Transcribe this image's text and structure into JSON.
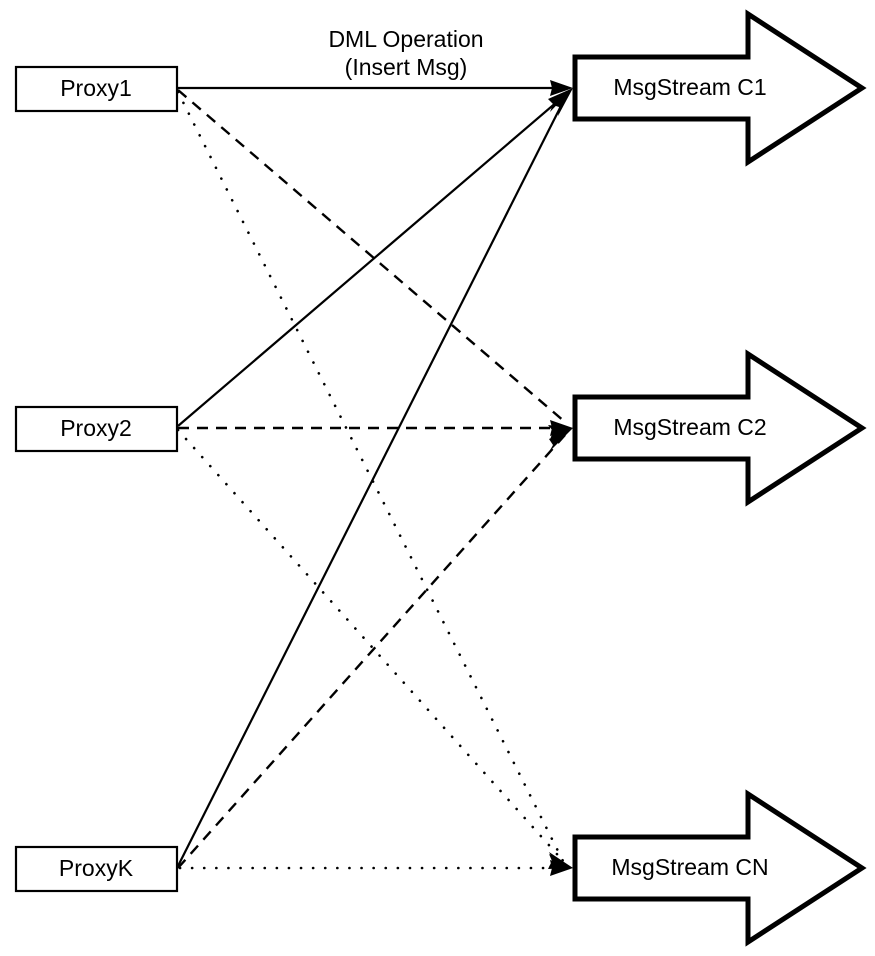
{
  "diagram": {
    "title_label": "DML Operation",
    "title_label_line2": "(Insert Msg)",
    "background_color": "#ffffff",
    "line_color": "#000000",
    "proxies": [
      {
        "id": "proxy1",
        "label": "Proxy1"
      },
      {
        "id": "proxy2",
        "label": "Proxy2"
      },
      {
        "id": "proxyK",
        "label": "ProxyK"
      }
    ],
    "streams": [
      {
        "id": "c1",
        "label": "MsgStream C1"
      },
      {
        "id": "c2",
        "label": "MsgStream C2"
      },
      {
        "id": "cn",
        "label": "MsgStream CN"
      }
    ],
    "edges": [
      {
        "from": "proxy1",
        "to": "c1",
        "style": "solid"
      },
      {
        "from": "proxy1",
        "to": "c2",
        "style": "dashed"
      },
      {
        "from": "proxy1",
        "to": "cn",
        "style": "dotted"
      },
      {
        "from": "proxy2",
        "to": "c1",
        "style": "solid"
      },
      {
        "from": "proxy2",
        "to": "c2",
        "style": "dashed"
      },
      {
        "from": "proxy2",
        "to": "cn",
        "style": "dotted"
      },
      {
        "from": "proxyK",
        "to": "c1",
        "style": "solid"
      },
      {
        "from": "proxyK",
        "to": "c2",
        "style": "dashed"
      },
      {
        "from": "proxyK",
        "to": "cn",
        "style": "dotted"
      }
    ]
  }
}
